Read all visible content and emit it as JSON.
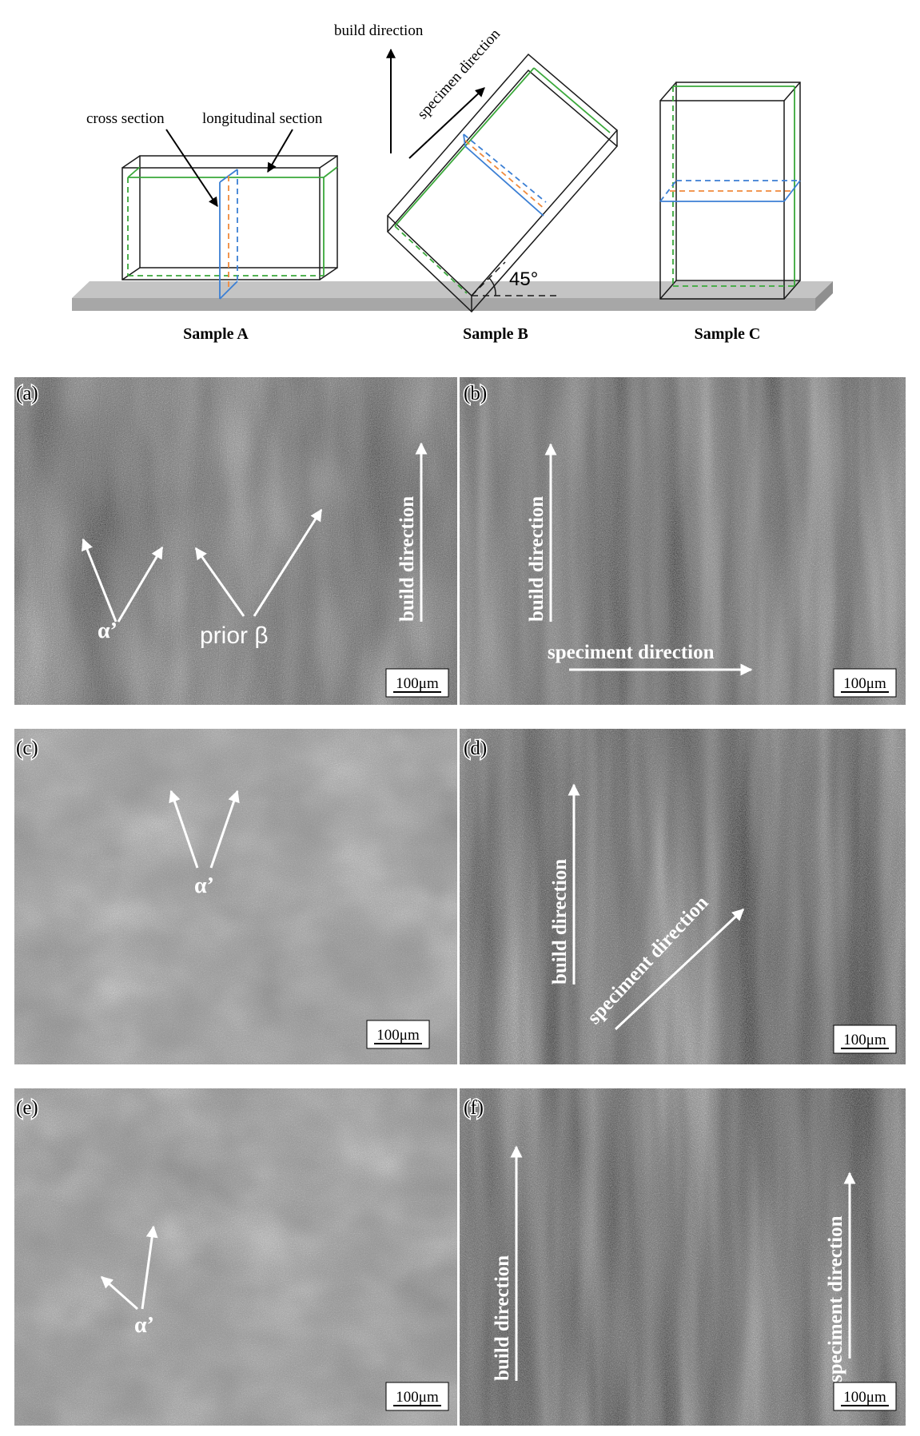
{
  "schematic": {
    "labels": {
      "build_direction": "build direction",
      "specimen_direction": "specimen direction",
      "cross_section": "cross section",
      "longitudinal_section": "longitudinal section",
      "angle": "45°"
    },
    "samples": [
      "Sample A",
      "Sample B",
      "Sample C"
    ],
    "colors": {
      "frame": "#1a1a1a",
      "longitudinal": "#3aa83a",
      "cross": "#3b7fd4",
      "mid": "#f08a3c",
      "platform": "#b3b3b3"
    }
  },
  "panels": [
    {
      "letter": "(a)",
      "scale": "100μm",
      "alpha": "α’",
      "prior": "prior β",
      "build": "build direction"
    },
    {
      "letter": "(b)",
      "scale": "100μm",
      "build": "build direction",
      "spec": "speciment direction"
    },
    {
      "letter": "(c)",
      "scale": "100μm",
      "alpha": "α’"
    },
    {
      "letter": "(d)",
      "scale": "100μm",
      "build": "build direction",
      "spec": "speciment direction"
    },
    {
      "letter": "(e)",
      "scale": "100μm",
      "alpha": "α’"
    },
    {
      "letter": "(f)",
      "scale": "100μm",
      "build": "build direction",
      "spec": "speciment direction"
    }
  ]
}
